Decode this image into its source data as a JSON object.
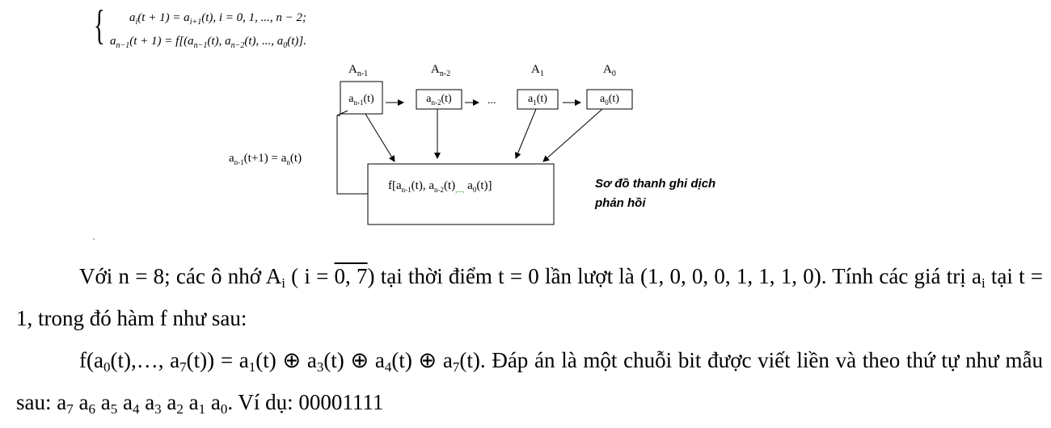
{
  "equations": {
    "line1": "a",
    "line1_sub": "i",
    "line1_rest": "(t + 1) = a",
    "line1_sub2": "i+1",
    "line1_end": "(t), i = 0, 1, ..., n − 2;",
    "line2": "a",
    "line2_sub": "n−1",
    "line2_rest": "(t + 1) = f[(a",
    "line2_sub2": "n−1",
    "line2_mid": "(t), a",
    "line2_sub3": "n−2",
    "line2_mid2": "(t), ..., a",
    "line2_sub4": "0",
    "line2_end": "(t)]."
  },
  "registers": [
    {
      "name": "A",
      "name_sub": "n-1",
      "cell": "a",
      "cell_sub": "n-1",
      "cell_end": "(t)"
    },
    {
      "name": "A",
      "name_sub": "n-2",
      "cell": "a",
      "cell_sub": "n-2",
      "cell_end": "(t)"
    },
    {
      "name": "A",
      "name_sub": "1",
      "cell": "a",
      "cell_sub": "1",
      "cell_end": "(t)"
    },
    {
      "name": "A",
      "name_sub": "0",
      "cell": "a",
      "cell_sub": "0",
      "cell_end": "(t)"
    }
  ],
  "ellipsis": "...",
  "feedback_label": {
    "a": "a",
    "sub1": "n-1",
    "mid": "(t+1) = a",
    "sub2": "n",
    "end": "(t)"
  },
  "function_box": {
    "start": "f[a",
    "sub1": "n-1",
    "mid": "(t), a",
    "sub2": "n-2",
    "mid2": "(t)",
    "dots": ",...,",
    "mid3": " a",
    "sub3": "0",
    "end": "(t)]"
  },
  "caption": {
    "line1": "Sơ đồ thanh ghi dịch",
    "line2": "phản hồi"
  },
  "problem": {
    "p1_a": "Với n = 8; các ô nhớ A",
    "p1_sub": "i",
    "p1_b": " ( i = ",
    "p1_range": "0, 7",
    "p1_c": ") tại thời điểm t = 0 lần lượt là (1, 0, 0, 0, 1, 1, 1, 0). Tính các giá trị a",
    "p1_sub2": "i",
    "p1_d": " tại t = 1, trong đó hàm f như sau:",
    "p2_a": "f(a",
    "p2_s0": "0",
    "p2_b": "(t),…, a",
    "p2_s7": "7",
    "p2_c": "(t)) = a",
    "p2_s1": "1",
    "p2_d": "(t) ⊕ a",
    "p2_s3": "3",
    "p2_e": "(t) ⊕ a",
    "p2_s4": "4",
    "p2_f": "(t) ⊕ a",
    "p2_s7b": "7",
    "p2_g": "(t). Đáp án là một chuỗi bit được viết liền và theo thứ tự như mẫu sau: a",
    "seq": [
      {
        "s": "7"
      },
      {
        "s": "6"
      },
      {
        "s": "5"
      },
      {
        "s": "4"
      },
      {
        "s": "3"
      },
      {
        "s": "2"
      },
      {
        "s": "1"
      },
      {
        "s": "0"
      }
    ],
    "p2_h": ". Ví dụ: 00001111"
  }
}
